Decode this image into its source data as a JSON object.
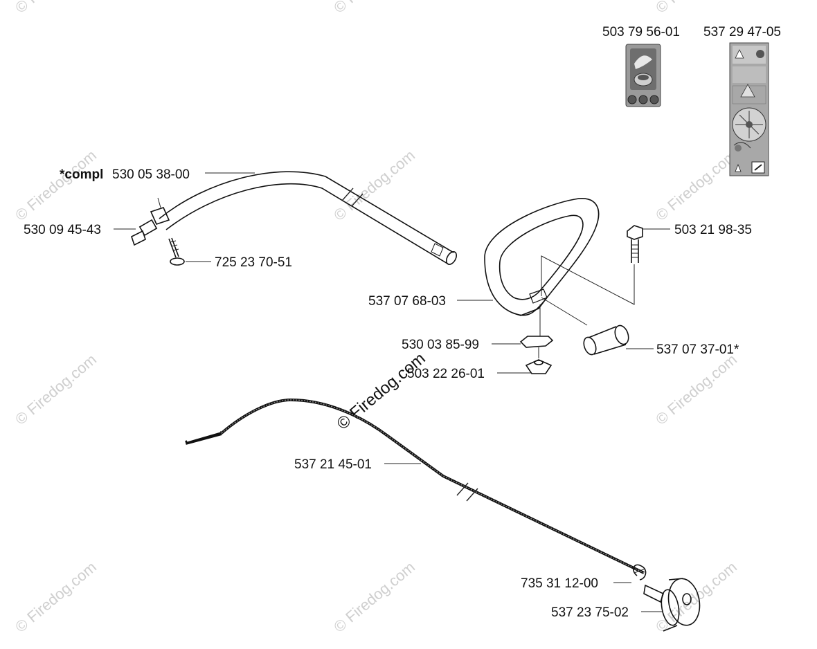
{
  "diagram": {
    "watermark_text": "© Firedog.com",
    "labels": {
      "decal_1": "503 79 56-01",
      "decal_2": "537 29 47-05",
      "shaft_prefix": "*compl",
      "shaft": "530 05 38-00",
      "coupling": "530 09 45-43",
      "screw": "725 23 70-51",
      "handle": "537 07 68-03",
      "bolt": "503 21 98-35",
      "clamp": "530 03 85-99",
      "sleeve": "537 07 37-01*",
      "nut": "503 22 26-01",
      "cable": "537 21 45-01",
      "clip": "735 31 12-00",
      "drum": "537 23 75-02"
    }
  }
}
